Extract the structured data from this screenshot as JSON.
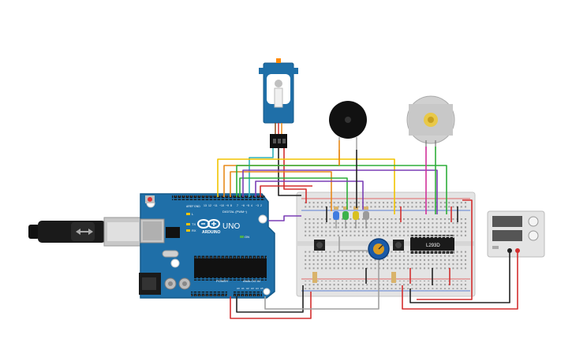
{
  "arduino": {
    "brand_text": "ARDUINO",
    "model_text": "UNO",
    "digital_header_text": "DIGITAL (PWM~)",
    "power_header_text": "POWER",
    "analog_header_text": "ANALOG IN",
    "tx_label": "TX",
    "rx_label": "RX",
    "l_label": "L",
    "on_label": "ON"
  },
  "driver_chip": {
    "label": "L293D"
  },
  "colors": {
    "board_blue": "#1f6fa8",
    "breadboard": "#e4e4e4",
    "wire_red": "#d32f2f",
    "wire_black": "#222222",
    "wire_orange": "#e88a1a",
    "wire_yellow": "#f2c400",
    "wire_green": "#2fae3a",
    "wire_purple": "#7b3fb5",
    "wire_magenta": "#d0309a",
    "wire_cyan": "#30b0b8",
    "wire_gray": "#a0a0a0"
  },
  "components": {
    "leds": [
      "blue",
      "green",
      "yellow",
      "gray"
    ],
    "parts": [
      "servo-motor",
      "piezo-buzzer",
      "dc-motor",
      "potentiometer",
      "pushbutton",
      "pushbutton",
      "power-supply",
      "usb-cable",
      "l293d-driver"
    ]
  }
}
